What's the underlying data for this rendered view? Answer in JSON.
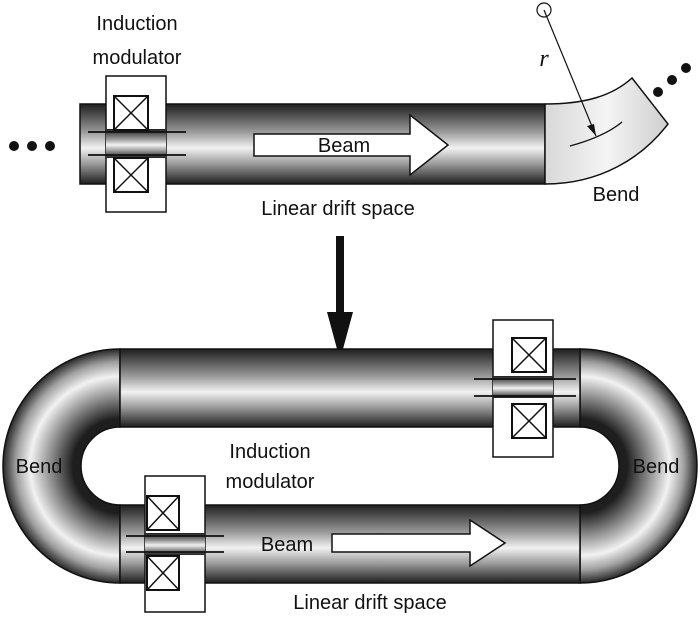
{
  "top": {
    "modulator_label_line1": "Induction",
    "modulator_label_line2": "modulator",
    "beam_label": "Beam",
    "drift_label": "Linear drift space",
    "bend_label": "Bend",
    "radius_label": "r"
  },
  "bottom": {
    "modulator_label_line1": "Induction",
    "modulator_label_line2": "modulator",
    "beam_label": "Beam",
    "drift_label": "Linear drift space",
    "bend_left_label": "Bend",
    "bend_right_label": "Bend"
  }
}
